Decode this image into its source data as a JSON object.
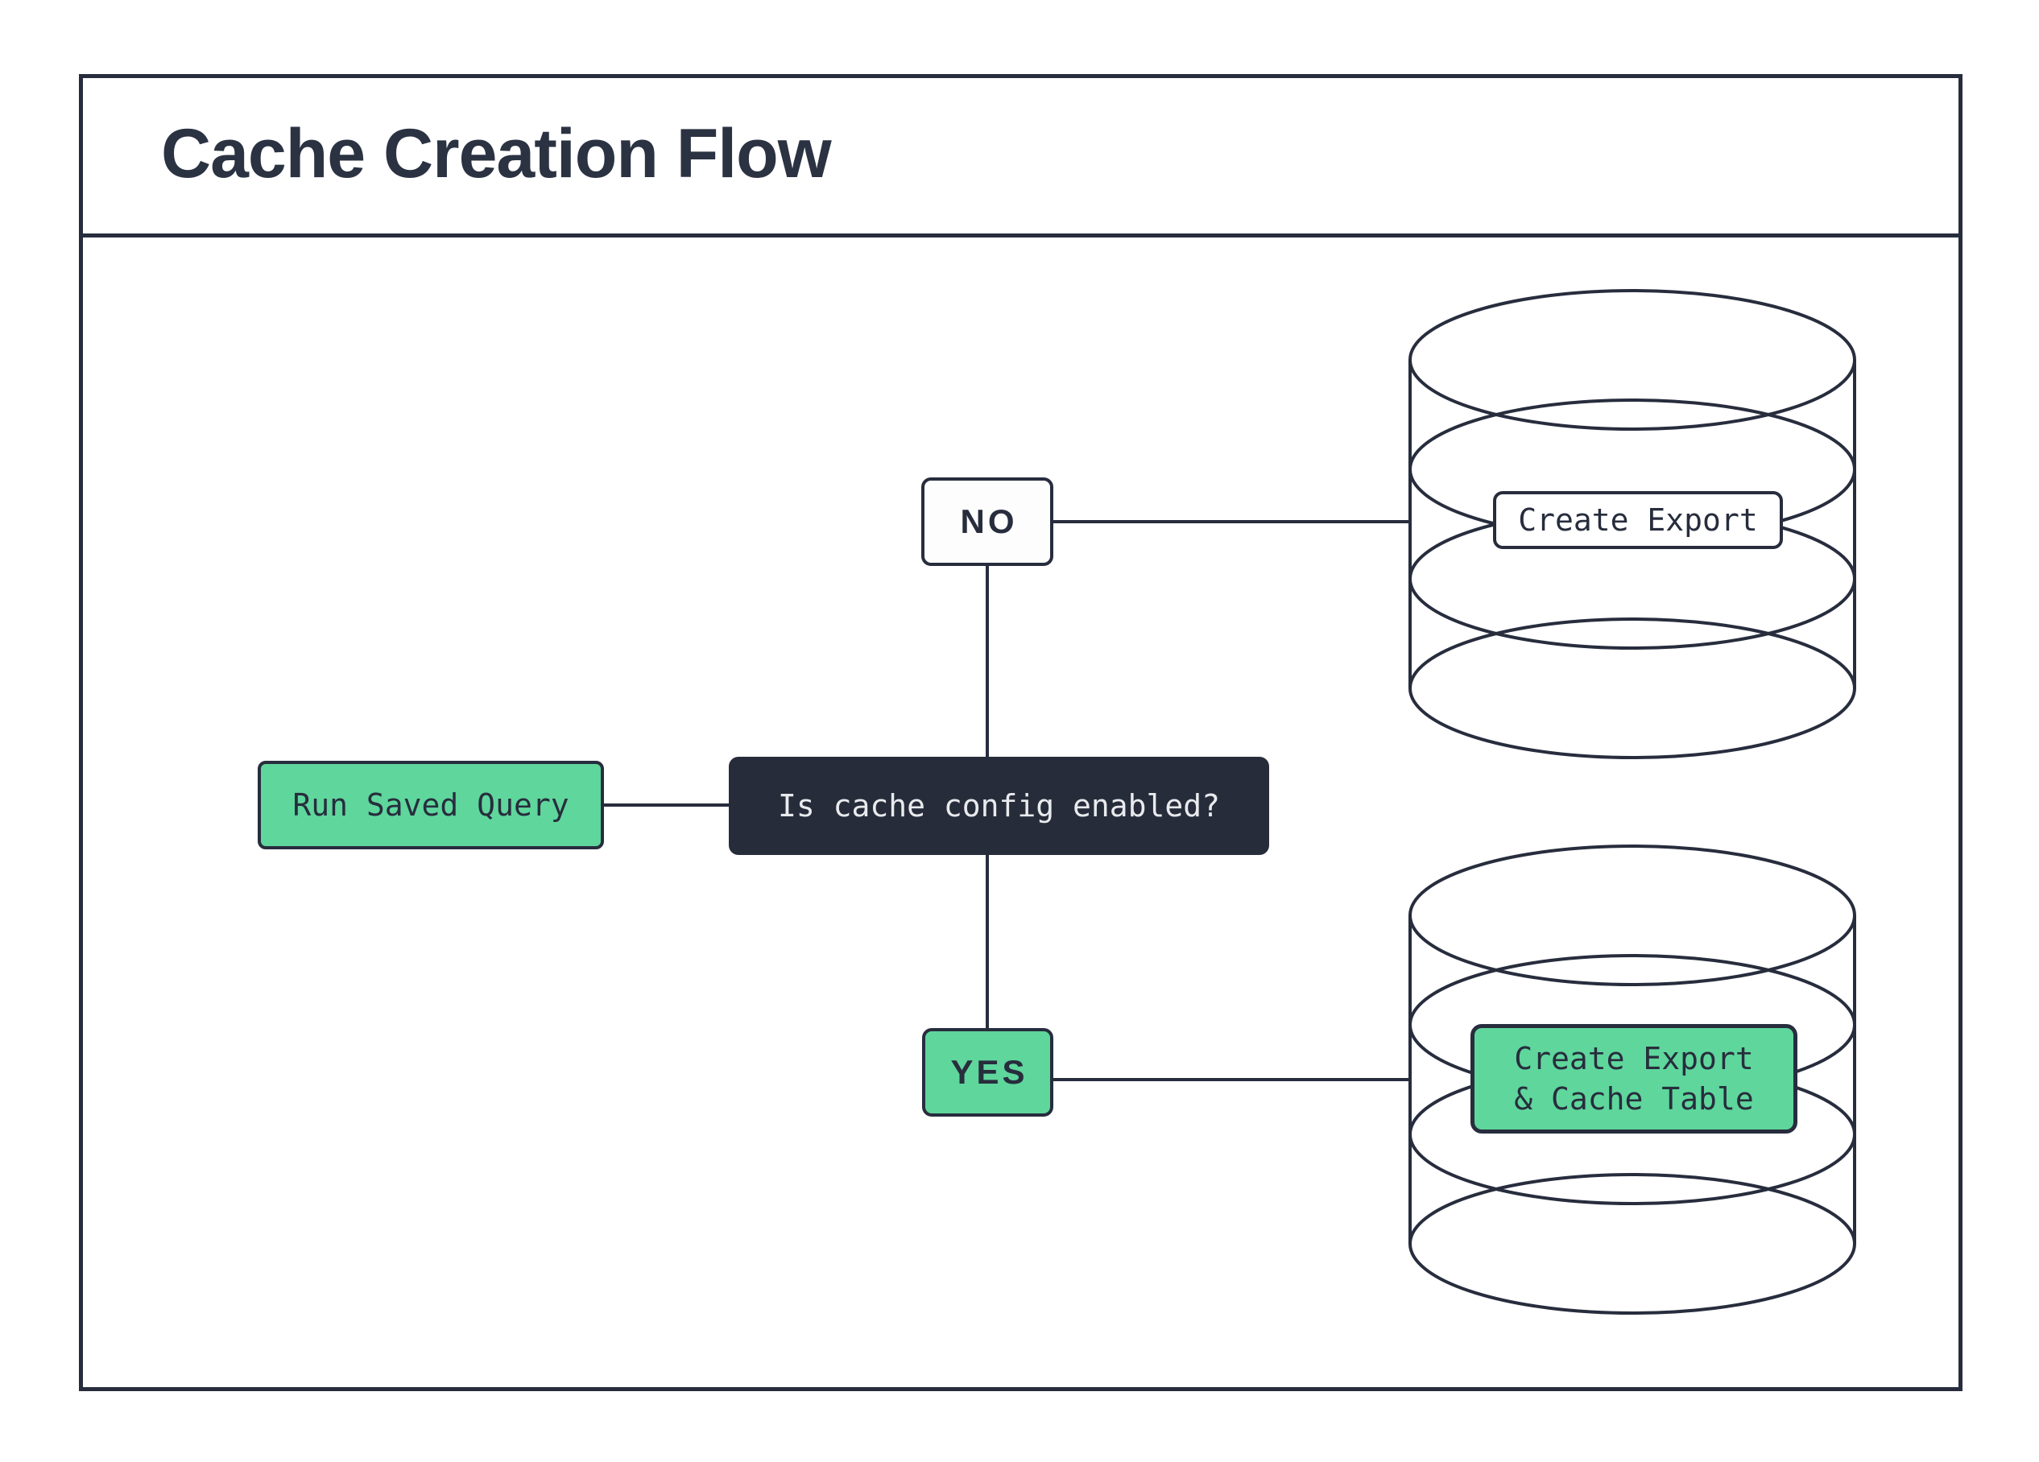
{
  "title": "Cache Creation Flow",
  "colors": {
    "ink": "#272d3d",
    "accent_green": "#5fd69c",
    "decision_bg": "#272c3a",
    "decision_text": "#e8eaed",
    "canvas_bg": "#ffffff",
    "title_color": "#2b3242"
  },
  "flow": {
    "start": {
      "label": "Run Saved Query"
    },
    "decision": {
      "label": "Is cache config enabled?"
    },
    "branch_no": {
      "label": "NO"
    },
    "branch_yes": {
      "label": "YES"
    },
    "no_outcome": {
      "label": "Create Export"
    },
    "yes_outcome": {
      "label_line1": "Create Export",
      "label_line2": "& Cache Table"
    }
  },
  "icons": [
    {
      "name": "database-icon-top",
      "meaning": "database / export storage"
    },
    {
      "name": "database-icon-bottom",
      "meaning": "database / export + cache storage"
    }
  ]
}
